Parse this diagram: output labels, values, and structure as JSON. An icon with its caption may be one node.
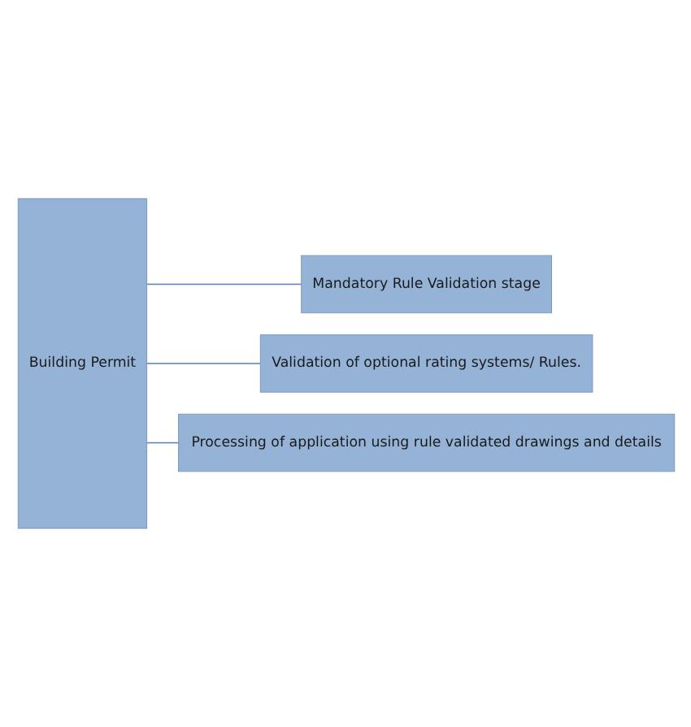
{
  "diagram": {
    "nodes": [
      {
        "text": [
          "Building Permit"
        ]
      },
      {
        "text": [
          "Mandatory Rule Validation stage"
        ]
      },
      {
        "text": [
          "Validation of optional rating systems/ Rules."
        ]
      },
      {
        "text": [
          "Processing of application using rule validated drawings and details"
        ]
      }
    ],
    "edges": [
      {
        "from": 0,
        "to": 1,
        "arrow": "none"
      },
      {
        "from": 0,
        "to": 2,
        "arrow": "none"
      },
      {
        "from": 0,
        "to": 3,
        "arrow": "none"
      }
    ]
  }
}
